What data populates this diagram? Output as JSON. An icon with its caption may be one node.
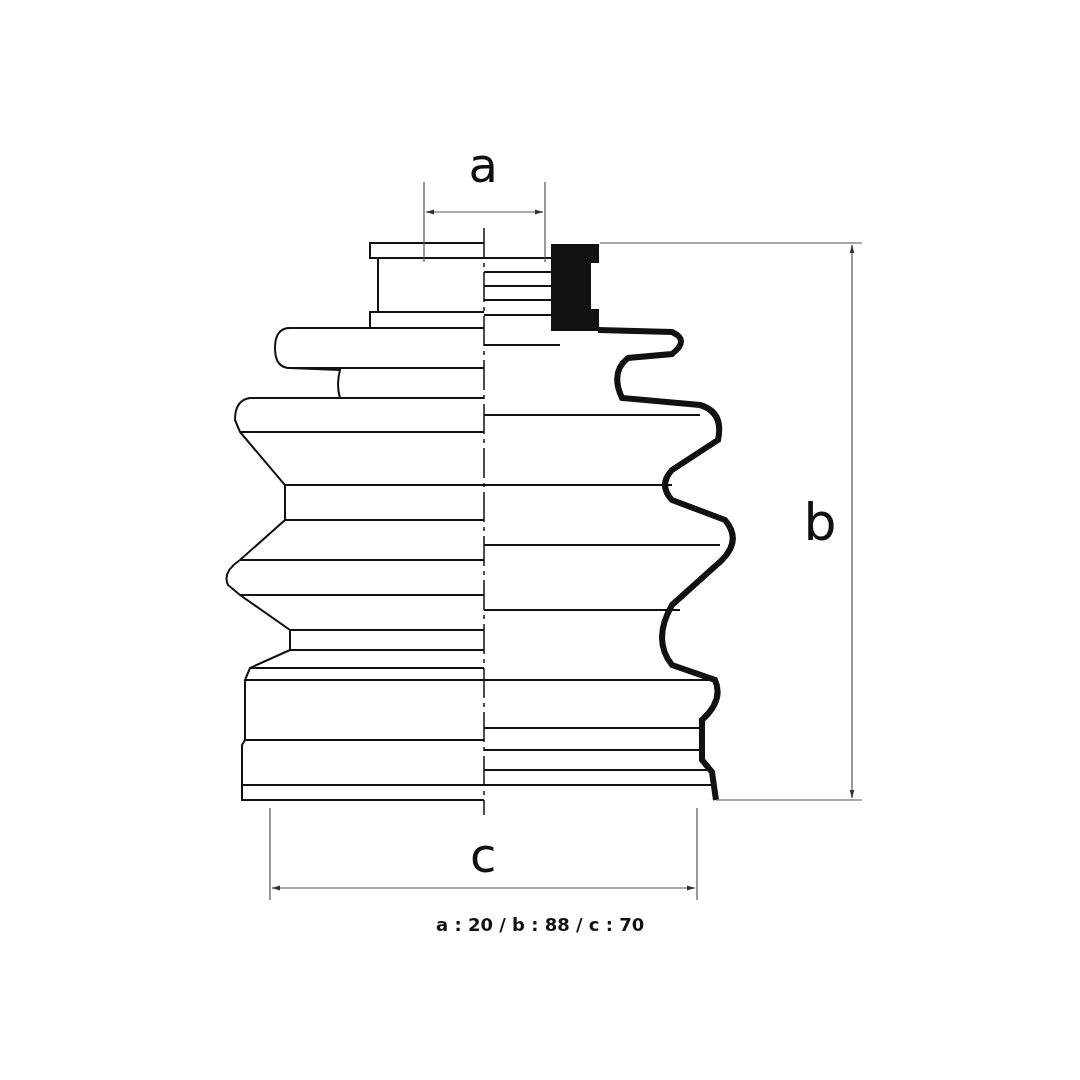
{
  "diagram": {
    "labels": [
      "a",
      "b",
      "c",
      "a : 20 / b : 88 / c : 70"
    ]
  }
}
